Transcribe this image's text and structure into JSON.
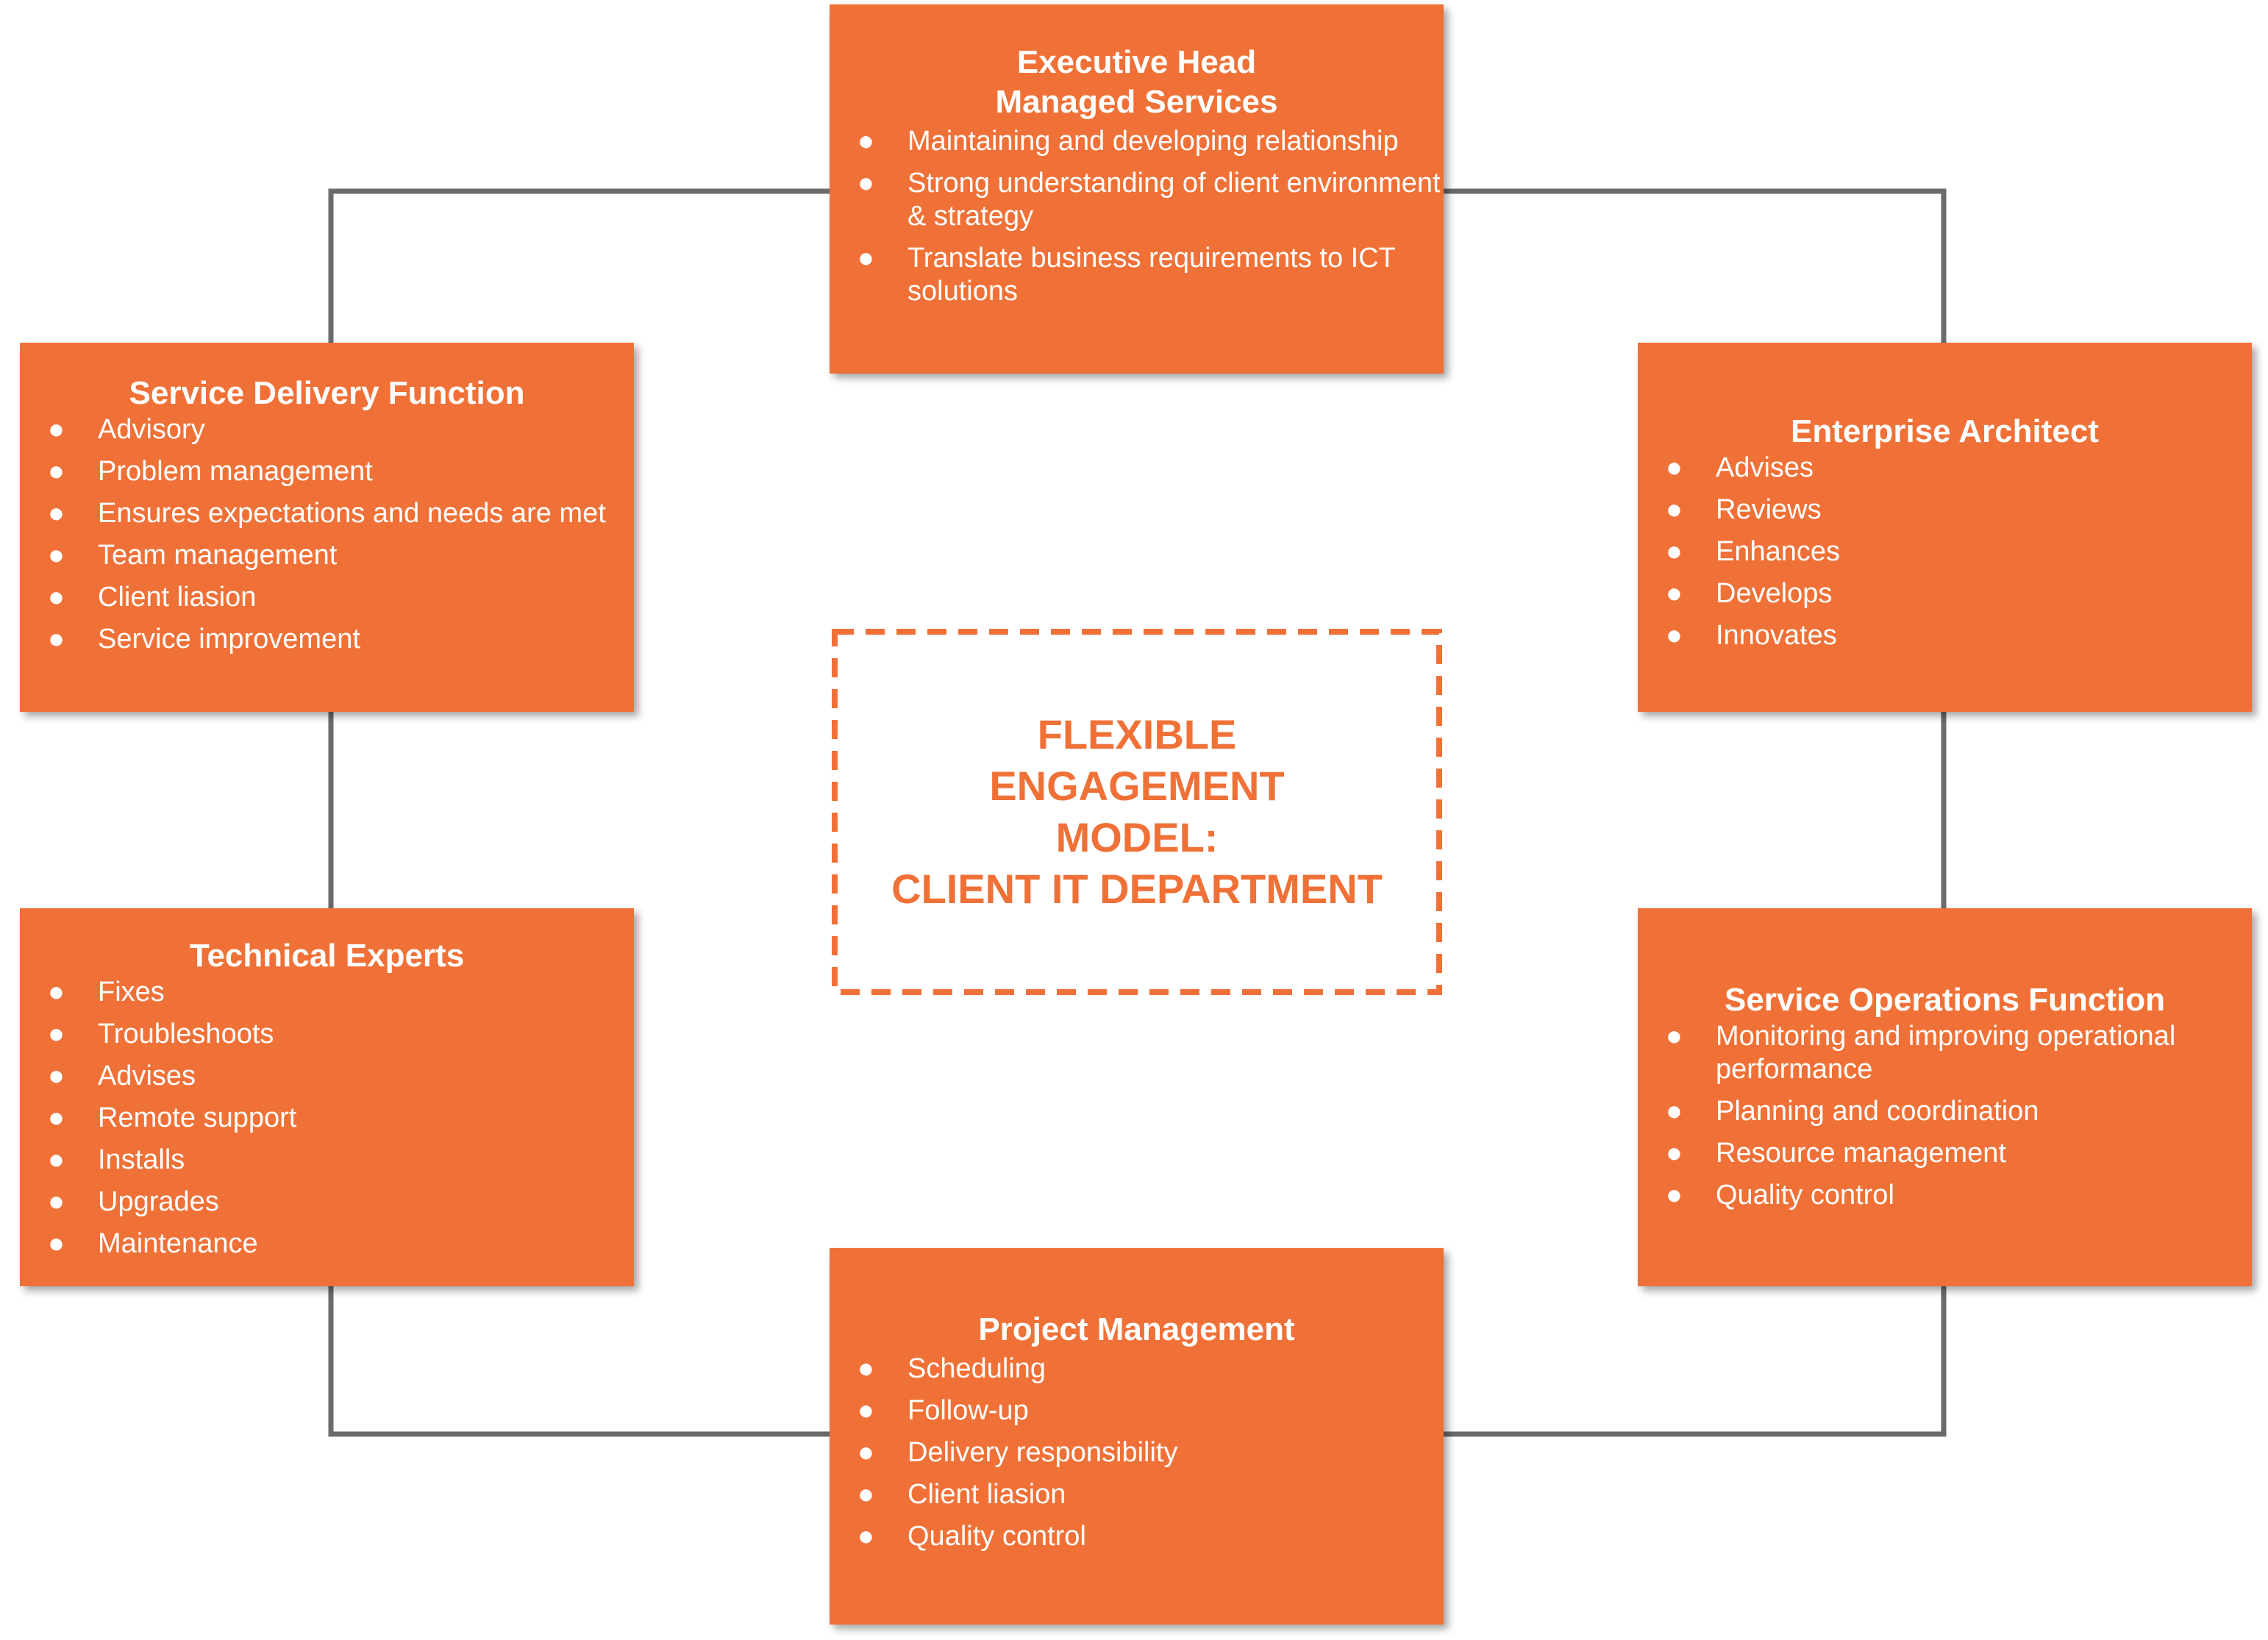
{
  "colors": {
    "box_fill": "#f07137",
    "box_text": "#ffffff",
    "connector": "#6b6b6b",
    "center_accent": "#f07137"
  },
  "center": {
    "title": "FLEXIBLE\nENGAGEMENT\nMODEL:\nCLIENT IT DEPARTMENT"
  },
  "boxes": {
    "executive_head": {
      "title": "Executive Head\nManaged Services",
      "items": [
        "Maintaining and developing relationship",
        "Strong understanding of client environment & strategy",
        "Translate business requirements to ICT solutions"
      ]
    },
    "service_delivery": {
      "title": "Service Delivery Function",
      "items": [
        "Advisory",
        "Problem management",
        "Ensures expectations and needs are met",
        "Team management",
        "Client liasion",
        "Service improvement"
      ]
    },
    "enterprise_architect": {
      "title": "Enterprise Architect",
      "items": [
        "Advises",
        "Reviews",
        "Enhances",
        "Develops",
        "Innovates"
      ]
    },
    "technical_experts": {
      "title": "Technical Experts",
      "items": [
        "Fixes",
        "Troubleshoots",
        "Advises",
        "Remote support",
        "Installs",
        "Upgrades",
        "Maintenance"
      ]
    },
    "service_operations": {
      "title": "Service Operations Function",
      "items": [
        "Monitoring and improving operational performance",
        "Planning and coordination",
        "Resource management",
        "Quality control"
      ]
    },
    "project_management": {
      "title": "Project Management",
      "items": [
        "Scheduling",
        "Follow-up",
        "Delivery responsibility",
        "Client liasion",
        "Quality control"
      ]
    }
  }
}
